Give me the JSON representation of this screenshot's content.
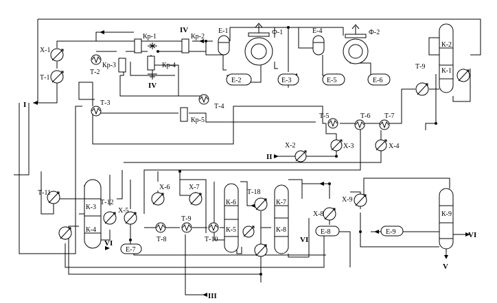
{
  "labels": {
    "X-1": "Х-1",
    "T-1": "Т-1",
    "T-2": "Т-2",
    "T-3": "Т-3",
    "T-4": "Т-4",
    "T-5": "Т-5",
    "T-6": "Т-6",
    "T-7": "Т-7",
    "T-8": "Т-8",
    "T-9a": "Т-9",
    "T-9b": "Т-9",
    "T-10": "Т-10",
    "T-11": "Т-11",
    "T-12": "Т-12",
    "T-18": "Т-18",
    "X-2": "Х-2",
    "X-3": "Х-3",
    "X-4": "Х-4",
    "X-5": "Х-5",
    "X-6": "Х-6",
    "X-7": "Х-7",
    "X-8": "Х-8",
    "X-9": "Х-9",
    "Kp-1": "Кр-1",
    "Kp-2": "Кр-2",
    "Kp-3": "Кр-3",
    "Kp-4": "Кр-4",
    "Kp-5": "Кр-5",
    "E-1": "Е-1",
    "E-2": "Е-2",
    "E-3": "Е-3",
    "E-4": "Е-4",
    "E-5": "Е-5",
    "E-6": "Е-6",
    "E-7": "Е-7",
    "E-8": "Е-8",
    "E-9": "Е-9",
    "F-1": "Ф-1",
    "F-2": "Ф-2",
    "K-1": "К-1",
    "K-2": "К-2",
    "K-3": "К-3",
    "K-4": "К-4",
    "K-5": "К-5",
    "K-6": "К-6",
    "K-7": "К-7",
    "K-8": "К-8",
    "K-9": "К-9"
  },
  "streams": {
    "I": "I",
    "II": "II",
    "III": "III",
    "IV_a": "IV",
    "IV_b": "IV",
    "V": "V",
    "VI_a": "VI",
    "VI_b": "VI",
    "VI_c": "VI"
  }
}
